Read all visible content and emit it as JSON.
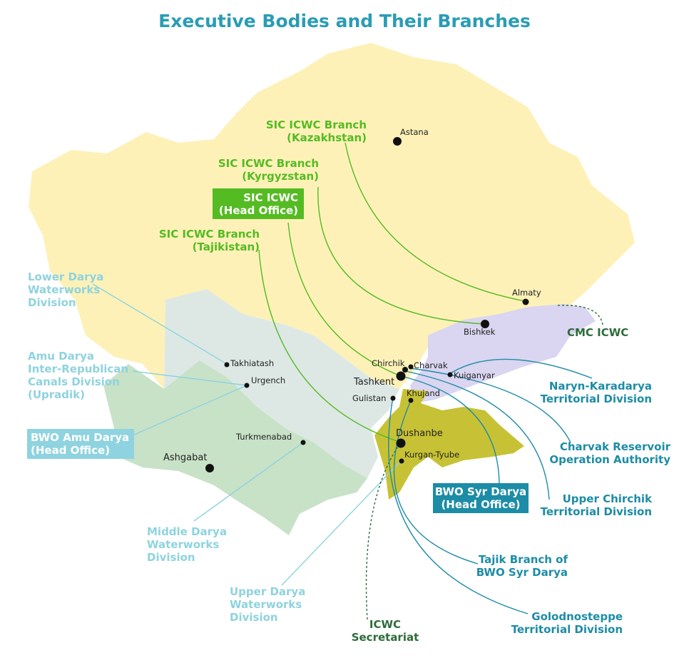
{
  "title": "Executive Bodies and Their Branches",
  "colors": {
    "kazakhstan": "#fdf1b8",
    "uzbekistan": "#dde8e5",
    "turkmenistan": "#c8e2c7",
    "kyrgyzstan": "#dad5f1",
    "tajikistan": "#c7c235",
    "sic_icwc": "#55bb22",
    "icwc_dark": "#2e6b3a",
    "bwo_syr": "#1d8ca6",
    "bwo_amu": "#8ed3df"
  },
  "cities": {
    "astana": "Astana",
    "almaty": "Almaty",
    "bishkek": "Bishkek",
    "chirchik": "Chirchik",
    "charvak": "Charvak",
    "tashkent": "Tashkent",
    "kuiganyar": "Kuiganyar",
    "gulistan": "Gulistan",
    "khujand": "Khujand",
    "dushanbe": "Dushanbe",
    "kurgan_tyube": "Kurgan-Tyube",
    "takhiatash": "Takhiatash",
    "urgench": "Urgench",
    "turkmenabad": "Turkmenabad",
    "ashgabat": "Ashgabat"
  },
  "labels": {
    "sic_kaz": [
      "SIC ICWC  Branch",
      "(Kazakhstan)"
    ],
    "sic_kyr": [
      "SIC ICWC  Branch",
      "(Kyrgyzstan)"
    ],
    "sic_head": [
      "SIC ICWC",
      "(Head Office)"
    ],
    "sic_taj": [
      "SIC ICWC  Branch",
      "(Tajikistan)"
    ],
    "lower_darya": [
      "Lower Darya",
      "Waterworks",
      "Division"
    ],
    "upradik": [
      "Amu Darya",
      "Inter-Republican",
      "Canals Division",
      "(Upradik)"
    ],
    "bwo_amu": [
      "BWO Amu Darya",
      "(Head Office)"
    ],
    "middle_darya": [
      "Middle Darya",
      "Waterworks",
      "Division"
    ],
    "upper_darya": [
      "Upper Darya",
      "Waterworks",
      "Division"
    ],
    "icwc_sec": [
      "ICWC",
      "Secretariat"
    ],
    "cmc": "CMC ICWC",
    "naryn": [
      "Naryn-Karadarya",
      "Territorial Division"
    ],
    "charvak_roa": [
      "Charvak Reservoir",
      "Operation Authority"
    ],
    "bwo_syr": [
      "BWO Syr Darya",
      "(Head Office)"
    ],
    "upper_chirchik": [
      "Upper Chirchik",
      "Territorial Division"
    ],
    "tajik_branch": [
      "Tajik Branch of",
      "BWO Syr Darya"
    ],
    "golod": [
      "Golodnosteppe",
      "Territorial Division"
    ]
  }
}
